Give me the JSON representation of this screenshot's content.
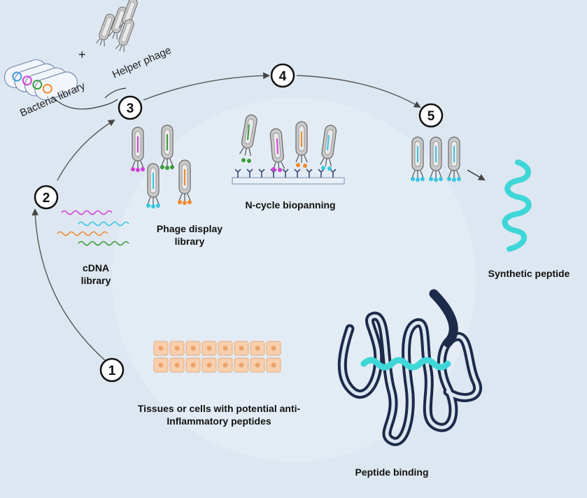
{
  "steps": {
    "s1": "1",
    "s2": "2",
    "s3": "3",
    "s4": "4",
    "s5": "5"
  },
  "labels": {
    "bacteria_library": "Bacteria library",
    "helper_phage": "Helper phage",
    "plus": "+",
    "phage_display_library": "Phage display library",
    "cdna_library": "cDNA library",
    "n_cycle_biopanning": "N-cycle biopanning",
    "synthetic_peptide": "Synthetic peptide",
    "tissues_cells": "Tissues or cells with potential anti-Inflammatory peptides",
    "peptide_binding": "Peptide binding"
  },
  "colors": {
    "background": "#dde7f1",
    "helix": "#3fd6d8",
    "protein": "#1d2b4a",
    "phage_body": "#c9c9c9",
    "magenta": "#d43fd4",
    "green": "#3a9a3a",
    "orange": "#f08a2a",
    "cyan": "#36c6e0",
    "tissue": "#f6c9a6"
  }
}
